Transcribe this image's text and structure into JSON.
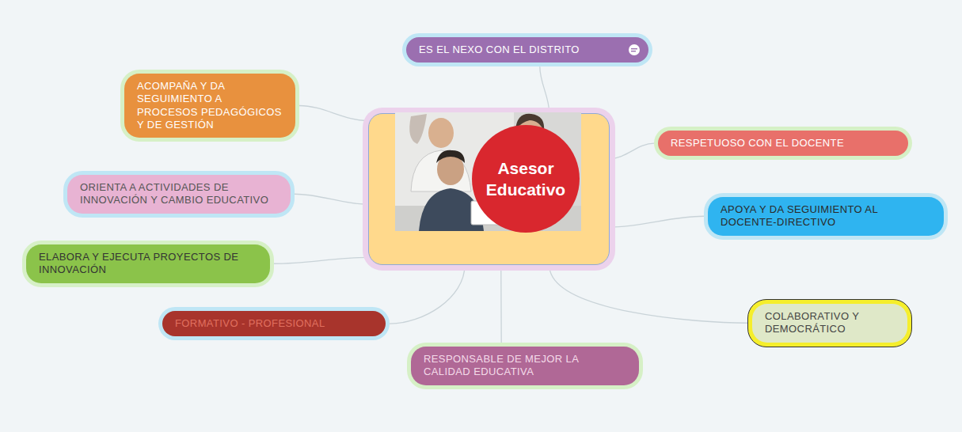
{
  "diagram": {
    "nodes": [
      {
        "text": [
          "Asesor Educativo"
        ]
      },
      {
        "text": [
          "ES EL NEXO CON EL DISTRITO"
        ]
      },
      {
        "text": [
          "ACOMPAÑA Y DA SEGUIMIENTO A PROCESOS PEDAGÓGICOS Y DE GESTIÓN"
        ]
      },
      {
        "text": [
          "RESPETUOSO CON EL DOCENTE"
        ]
      },
      {
        "text": [
          "ORIENTA A ACTIVIDADES DE INNOVACIÓN Y CAMBIO EDUCATIVO"
        ]
      },
      {
        "text": [
          "APOYA Y DA SEGUIMIENTO AL DOCENTE-DIRECTIVO"
        ]
      },
      {
        "text": [
          "ELABORA Y EJECUTA PROYECTOS DE INNOVACIÓN"
        ]
      },
      {
        "text": [
          "FORMATIVO - PROFESIONAL"
        ]
      },
      {
        "text": [
          "COLABORATIVO Y DEMOCRÁTICO"
        ]
      },
      {
        "text": [
          "RESPONSABLE DE MEJOR LA CALIDAD EDUCATIVA"
        ]
      }
    ],
    "edges": [
      {
        "from": 0,
        "to": 1,
        "arrow": "none"
      },
      {
        "from": 0,
        "to": 2,
        "arrow": "none"
      },
      {
        "from": 0,
        "to": 3,
        "arrow": "none"
      },
      {
        "from": 0,
        "to": 4,
        "arrow": "none"
      },
      {
        "from": 0,
        "to": 5,
        "arrow": "none"
      },
      {
        "from": 0,
        "to": 6,
        "arrow": "none"
      },
      {
        "from": 0,
        "to": 7,
        "arrow": "none"
      },
      {
        "from": 0,
        "to": 8,
        "arrow": "none"
      },
      {
        "from": 0,
        "to": 9,
        "arrow": "none"
      }
    ]
  }
}
